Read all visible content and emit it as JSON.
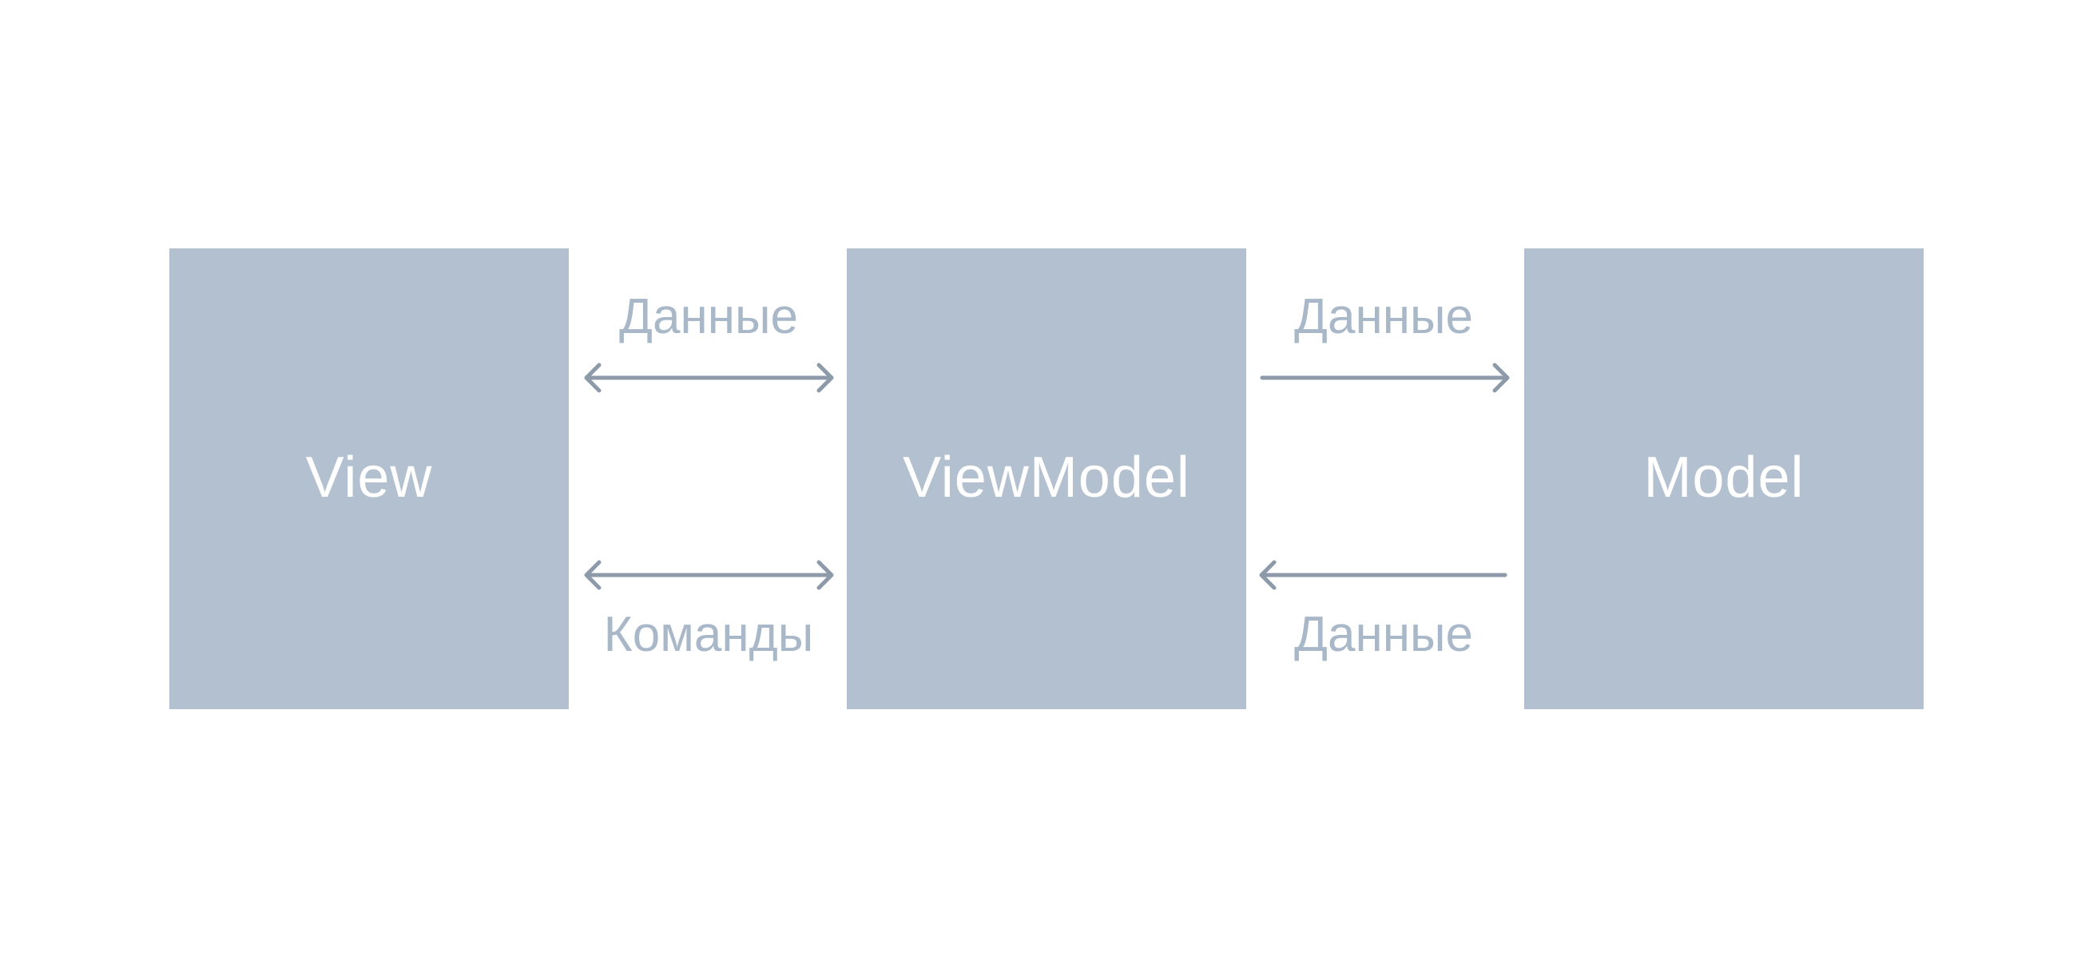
{
  "nodes": {
    "view": "View",
    "viewmodel": "ViewModel",
    "model": "Model"
  },
  "edges": {
    "view_viewmodel_top": "Данные",
    "view_viewmodel_bottom": "Команды",
    "viewmodel_model_top": "Данные",
    "model_viewmodel_bottom": "Данные"
  },
  "colors": {
    "box_fill": "#b2c0cf",
    "box_text": "#ffffff",
    "edge_label": "#a9b8c8",
    "arrow": "#8d9aa9",
    "background": "#ffffff"
  }
}
